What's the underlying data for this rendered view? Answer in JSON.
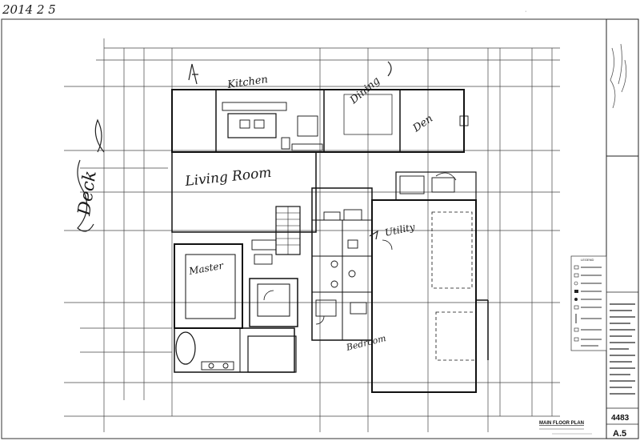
{
  "corner_note": "2014 2 5",
  "rooms": {
    "deck": "Deck",
    "kitchen": "Kitchen",
    "dining": "Dining",
    "den": "Den",
    "living_room": "Living Room",
    "utility": "Utility",
    "master": "Master",
    "bedroom": "Bedroom"
  },
  "title_block": {
    "sheet_title": "MAIN FLOOR PLAN",
    "job_number": "4483",
    "sheet_number": "A.5"
  },
  "legend": {
    "heading": "LEGEND"
  }
}
